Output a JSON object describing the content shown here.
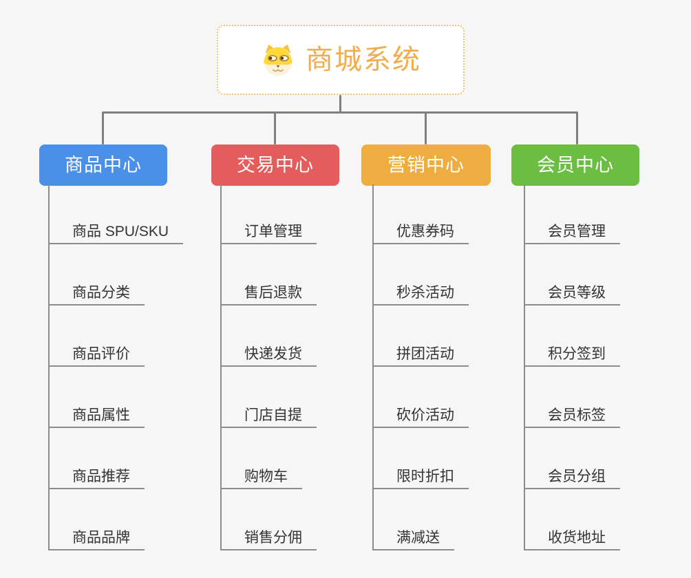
{
  "page": {
    "background": "#f5f6f5"
  },
  "root": {
    "title": "商城系统",
    "icon": "dog-face-icon",
    "title_color": "#f2ac4e",
    "border_color": "#f3c06b"
  },
  "connector_color": "#7f7f7f",
  "underline_color": "#8c8c8c",
  "branches": [
    {
      "label": "商品中心",
      "color": "#4a90e8",
      "items": [
        "商品 SPU/SKU",
        "商品分类",
        "商品评价",
        "商品属性",
        "商品推荐",
        "商品品牌"
      ]
    },
    {
      "label": "交易中心",
      "color": "#e45c5c",
      "items": [
        "订单管理",
        "售后退款",
        "快递发货",
        "门店自提",
        "购物车",
        "销售分佣"
      ]
    },
    {
      "label": "营销中心",
      "color": "#efac40",
      "items": [
        "优惠券码",
        "秒杀活动",
        "拼团活动",
        "砍价活动",
        "限时折扣",
        "满减送"
      ]
    },
    {
      "label": "会员中心",
      "color": "#6cbe43",
      "items": [
        "会员管理",
        "会员等级",
        "积分签到",
        "会员标签",
        "会员分组",
        "收货地址"
      ]
    }
  ]
}
